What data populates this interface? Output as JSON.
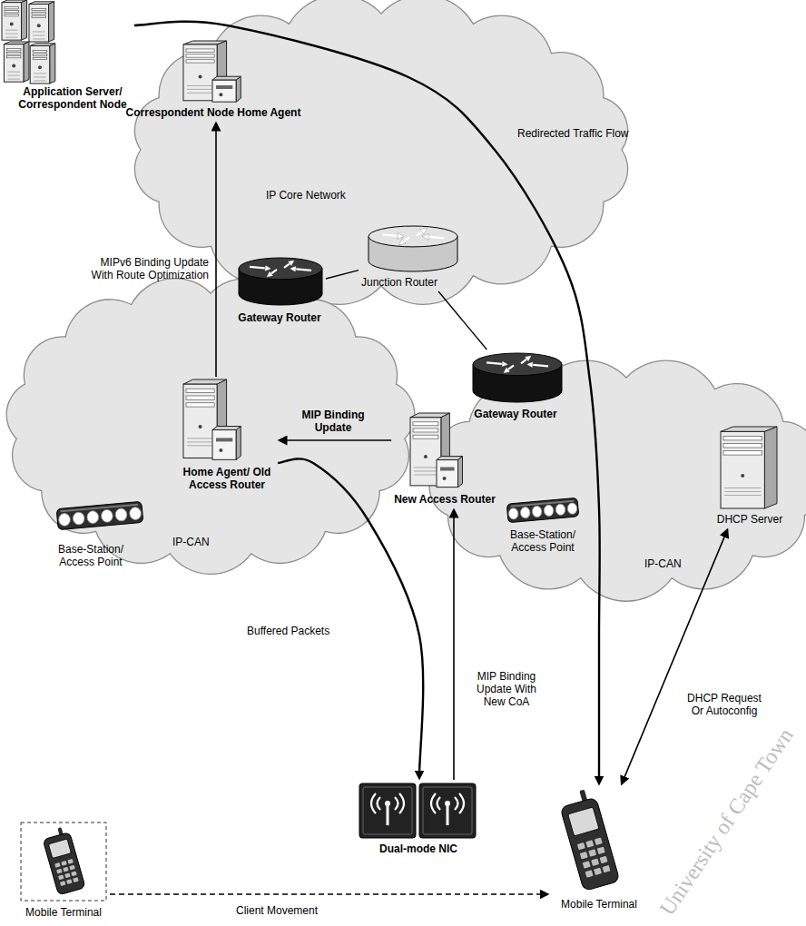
{
  "diagram": {
    "nodes": [
      {
        "text": [
          "Application Server/ Correspondent Node"
        ]
      },
      {
        "text": [
          "IP Core Network"
        ]
      },
      {
        "text": [
          "Correspondent Node Home Agent"
        ],
        "in": 1
      },
      {
        "text": [
          "Junction Router"
        ],
        "in": 1
      },
      {
        "text": [
          "IP-CAN"
        ]
      },
      {
        "text": [
          "Gateway Router"
        ],
        "in": 4
      },
      {
        "text": [
          "Home Agent/ Old Access Router"
        ],
        "in": 4
      },
      {
        "text": [
          "Base-Station/ Access Point"
        ],
        "in": 4
      },
      {
        "text": [
          "IP-CAN"
        ]
      },
      {
        "text": [
          "Gateway Router"
        ],
        "in": 8
      },
      {
        "text": [
          "New Access Router"
        ],
        "in": 8
      },
      {
        "text": [
          "Base-Station/ Access Point"
        ],
        "in": 8
      },
      {
        "text": [
          "DHCP Server"
        ],
        "in": 8
      },
      {
        "text": [
          "Dual-mode NIC"
        ]
      },
      {
        "text": [
          "Mobile Terminal"
        ]
      },
      {
        "text": [
          "Mobile Terminal"
        ]
      }
    ],
    "edges": [
      {
        "from": 0,
        "to": 15,
        "label": "Redirected Traffic Flow",
        "arrow": "to"
      },
      {
        "from": 6,
        "to": 2,
        "label": "MIPv6 Binding Update With Route Optimization",
        "arrow": "to"
      },
      {
        "from": 3,
        "to": 5,
        "arrow": "none"
      },
      {
        "from": 3,
        "to": 9,
        "arrow": "none"
      },
      {
        "from": 10,
        "to": 6,
        "label": "MIP Binding Update",
        "arrow": "to"
      },
      {
        "from": 6,
        "to": 13,
        "label": "Buffered Packets",
        "arrow": "to"
      },
      {
        "from": 13,
        "to": 10,
        "label": "MIP Binding Update With New CoA",
        "arrow": "to"
      },
      {
        "from": 15,
        "to": 12,
        "label": "DHCP Request Or Autoconfig",
        "arrow": "both"
      },
      {
        "from": 14,
        "to": 15,
        "label": "Client Movement",
        "arrow": "to"
      }
    ],
    "labels": [
      "University of Cape Town"
    ]
  }
}
